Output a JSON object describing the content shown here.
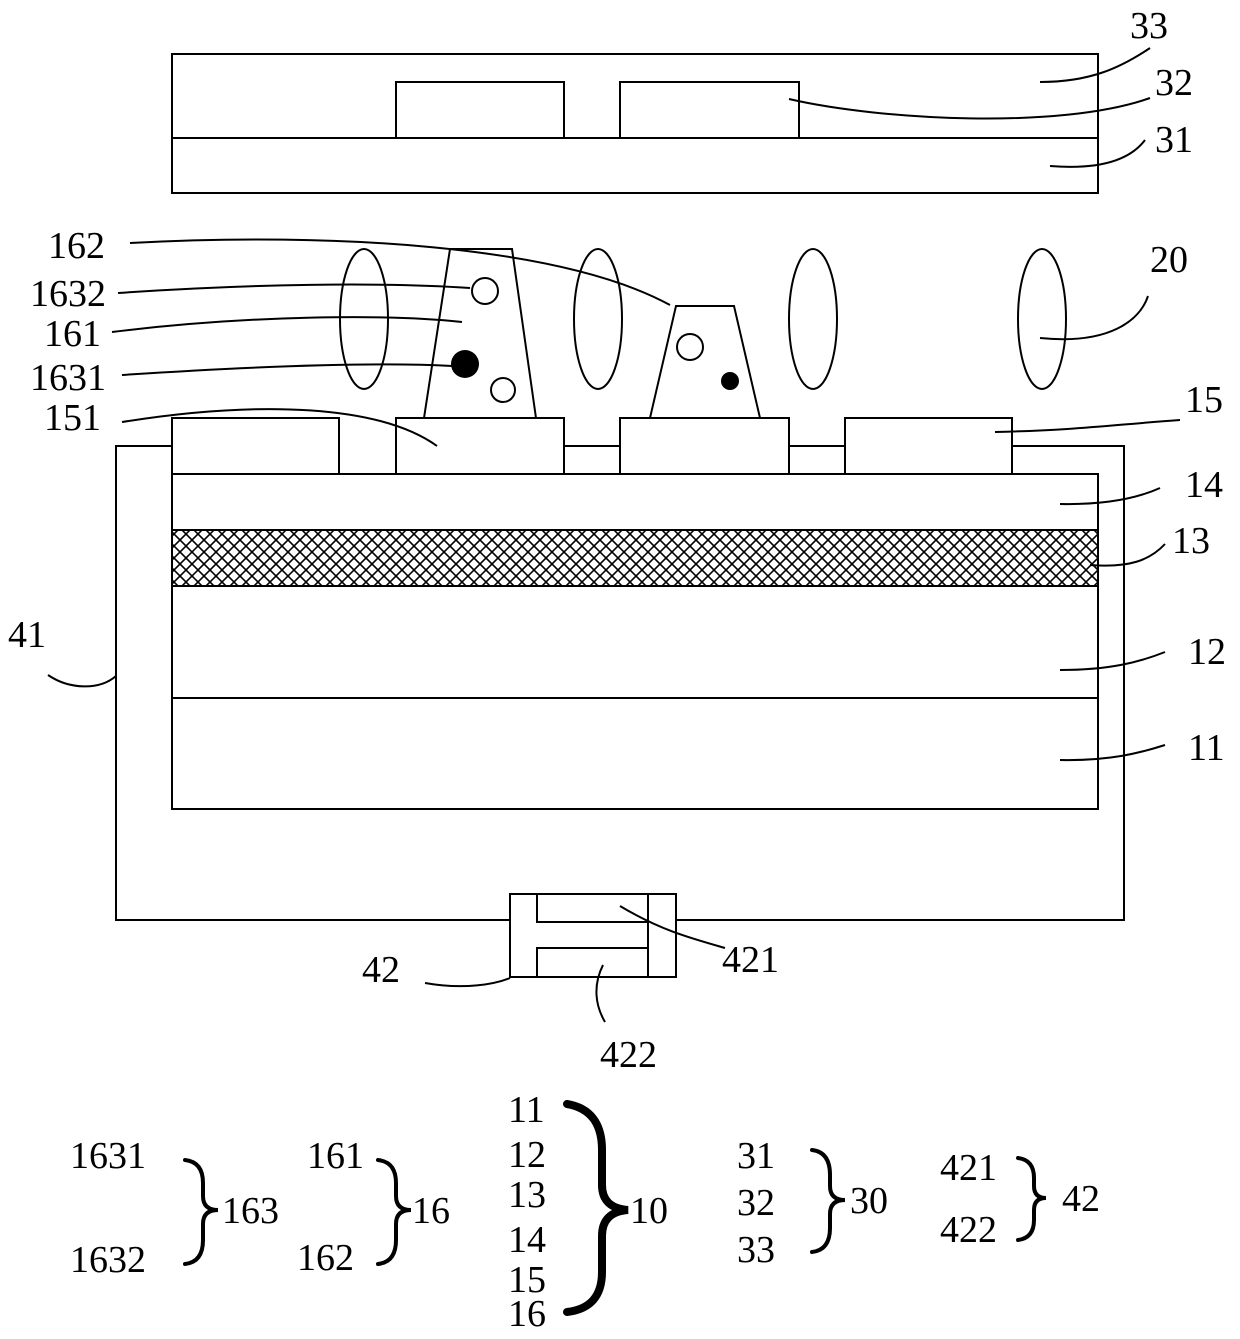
{
  "labels": {
    "l33": "33",
    "l32": "32",
    "l31": "31",
    "l162": "162",
    "l1632": "1632",
    "l161": "161",
    "l1631": "1631",
    "l151": "151",
    "l20": "20",
    "l15": "15",
    "l14": "14",
    "l13": "13",
    "l12": "12",
    "l11": "11",
    "l41": "41",
    "l42": "42",
    "l421": "421",
    "l422": "422"
  },
  "legend": {
    "g163": {
      "items": [
        "1631",
        "1632"
      ],
      "group": "163"
    },
    "g16": {
      "items": [
        "161",
        "162"
      ],
      "group": "16"
    },
    "g10": {
      "items": [
        "11",
        "12",
        "13",
        "14",
        "15",
        "16"
      ],
      "group": "10"
    },
    "g30": {
      "items": [
        "31",
        "32",
        "33"
      ],
      "group": "30"
    },
    "g42": {
      "items": [
        "421",
        "422"
      ],
      "group": "42"
    }
  }
}
